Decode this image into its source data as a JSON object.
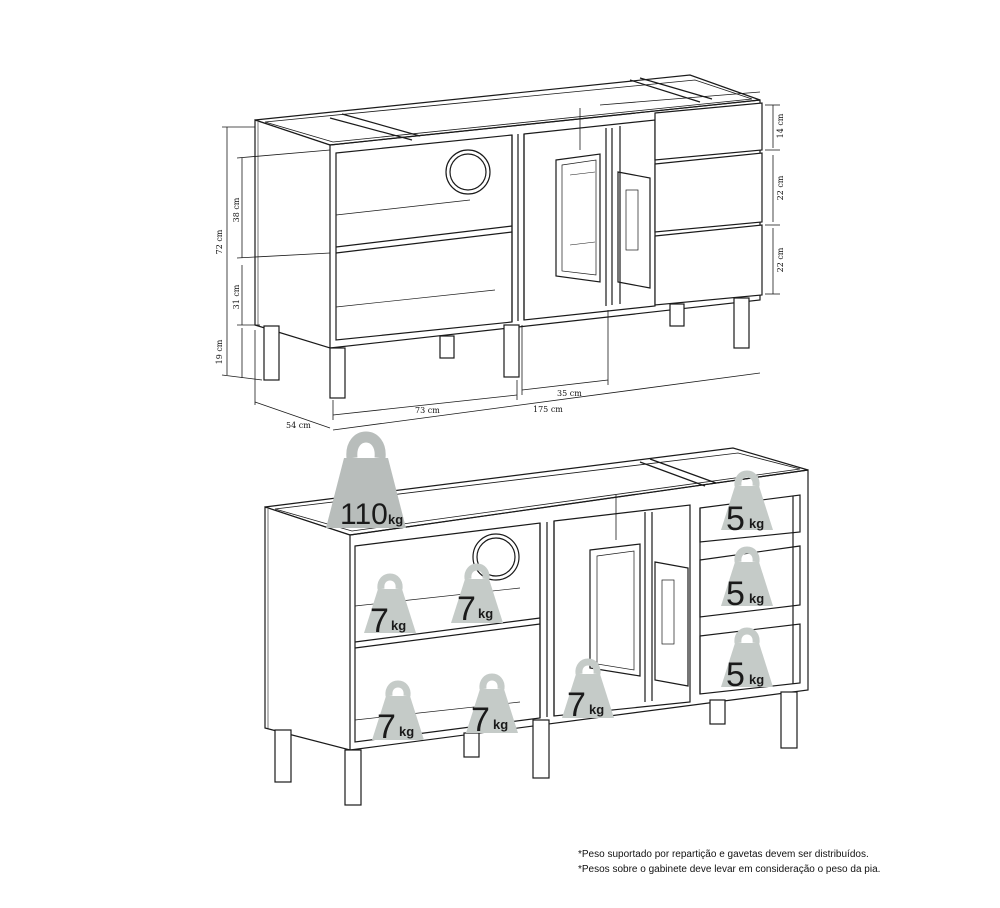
{
  "dimensions": {
    "height_total": "72 cm",
    "upper_section": "38 cm",
    "lower_section": "31 cm",
    "leg_height": "19 cm",
    "depth": "54 cm",
    "left_module_width": "73 cm",
    "total_width": "175 cm",
    "pullout_width": "35 cm",
    "drawer_top": "14 cm",
    "drawer_middle": "22 cm",
    "drawer_bottom": "22 cm"
  },
  "weights": {
    "top": {
      "value": "110",
      "unit": "kg"
    },
    "shelf_upper_left": {
      "value": "7",
      "unit": "kg"
    },
    "shelf_upper_right": {
      "value": "7",
      "unit": "kg"
    },
    "shelf_lower_left": {
      "value": "7",
      "unit": "kg"
    },
    "shelf_lower_right": {
      "value": "7",
      "unit": "kg"
    },
    "pullout": {
      "value": "7",
      "unit": "kg"
    },
    "drawer_1": {
      "value": "5",
      "unit": "kg"
    },
    "drawer_2": {
      "value": "5",
      "unit": "kg"
    },
    "drawer_3": {
      "value": "5",
      "unit": "kg"
    }
  },
  "colors": {
    "line": "#1a1a1a",
    "weight_fill": "#c5cbc8",
    "weight_fill_dark": "#b8bdbb"
  },
  "footnotes": [
    "*Peso suportado por repartição e gavetas devem ser distribuídos.",
    "*Pesos sobre o gabinete deve levar em consideração o peso da pia."
  ]
}
